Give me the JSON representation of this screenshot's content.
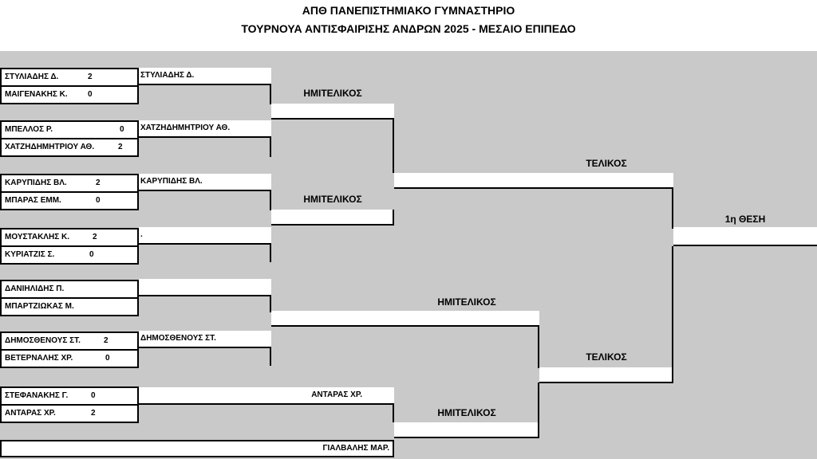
{
  "header": {
    "line1": "ΑΠΘ   ΠΑΝΕΠΙΣΤΗΜΙΑΚΟ ΓΥΜΝΑΣΤΗΡΙΟ",
    "line2": "ΤΟΥΡΝΟΥΑ ΑΝΤΙΣΦΑΙΡΙΣΗΣ ΑΝΔΡΩΝ 2025 - ΜΕΣΑΙΟ ΕΠΙΠΕΔΟ"
  },
  "round1": [
    {
      "name": "ΣΤΥΛΙΑΔΗΣ Δ.",
      "score": "2"
    },
    {
      "name": "ΜΑΙΓΕΝΑΚΗΣ Κ.",
      "score": "0"
    },
    {
      "name": "ΜΠΕΛΛΟΣ Ρ.",
      "score": "0"
    },
    {
      "name": "ΧΑΤΖΗΔΗΜΗΤΡΙΟΥ ΑΘ.",
      "score": "2"
    },
    {
      "name": "ΚΑΡΥΠΙΔΗΣ ΒΛ.",
      "score": "2"
    },
    {
      "name": "ΜΠΑΡΑΣ ΕΜΜ.",
      "score": "0"
    },
    {
      "name": "ΜΟΥΣΤΑΚΛΗΣ Κ.",
      "score": "2"
    },
    {
      "name": "ΚΥΡΙΑΤΖΙΣ Σ.",
      "score": "0"
    },
    {
      "name": "ΔΑΝΙΗΛΙΔΗΣ Π.",
      "score": ""
    },
    {
      "name": "ΜΠΑΡΤΖΙΩΚΑΣ Μ.",
      "score": ""
    },
    {
      "name": "ΔΗΜΟΣΘΕΝΟΥΣ ΣΤ.",
      "score": "2"
    },
    {
      "name": "ΒΕΤΕΡΝΑΛΗΣ ΧΡ.",
      "score": "0"
    },
    {
      "name": "ΣΤΕΦΑΝΑΚΗΣ Γ.",
      "score": "0"
    },
    {
      "name": "ΑΝΤΑΡΑΣ ΧΡ.",
      "score": "2"
    }
  ],
  "round2": [
    {
      "name": "ΣΤΥΛΙΑΔΗΣ Δ."
    },
    {
      "name": "ΧΑΤΖΗΔΗΜΗΤΡΙΟΥ ΑΘ."
    },
    {
      "name": "ΚΑΡΥΠΙΔΗΣ ΒΛ."
    },
    {
      "name": "."
    },
    {
      "name": ""
    },
    {
      "name": "ΔΗΜΟΣΘΕΝΟΥΣ ΣΤ."
    },
    {
      "name": "ΑΝΤΑΡΑΣ ΧΡ."
    },
    {
      "name": "ΓΙΑΛΒΑΛΗΣ ΜΑΡ."
    }
  ],
  "labels": {
    "semifinal_1": "ΗΜΙΤΕΛΙΚΟΣ",
    "semifinal_2": "ΗΜΙΤΕΛΙΚΟΣ",
    "semifinal_3": "ΗΜΙΤΕΛΙΚΟΣ",
    "semifinal_4": "ΗΜΙΤΕΛΙΚΟΣ",
    "final_1": "ΤΕΛΙΚΟΣ",
    "final_2": "ΤΕΛΙΚΟΣ",
    "first_place": "1η ΘΕΣΗ"
  }
}
